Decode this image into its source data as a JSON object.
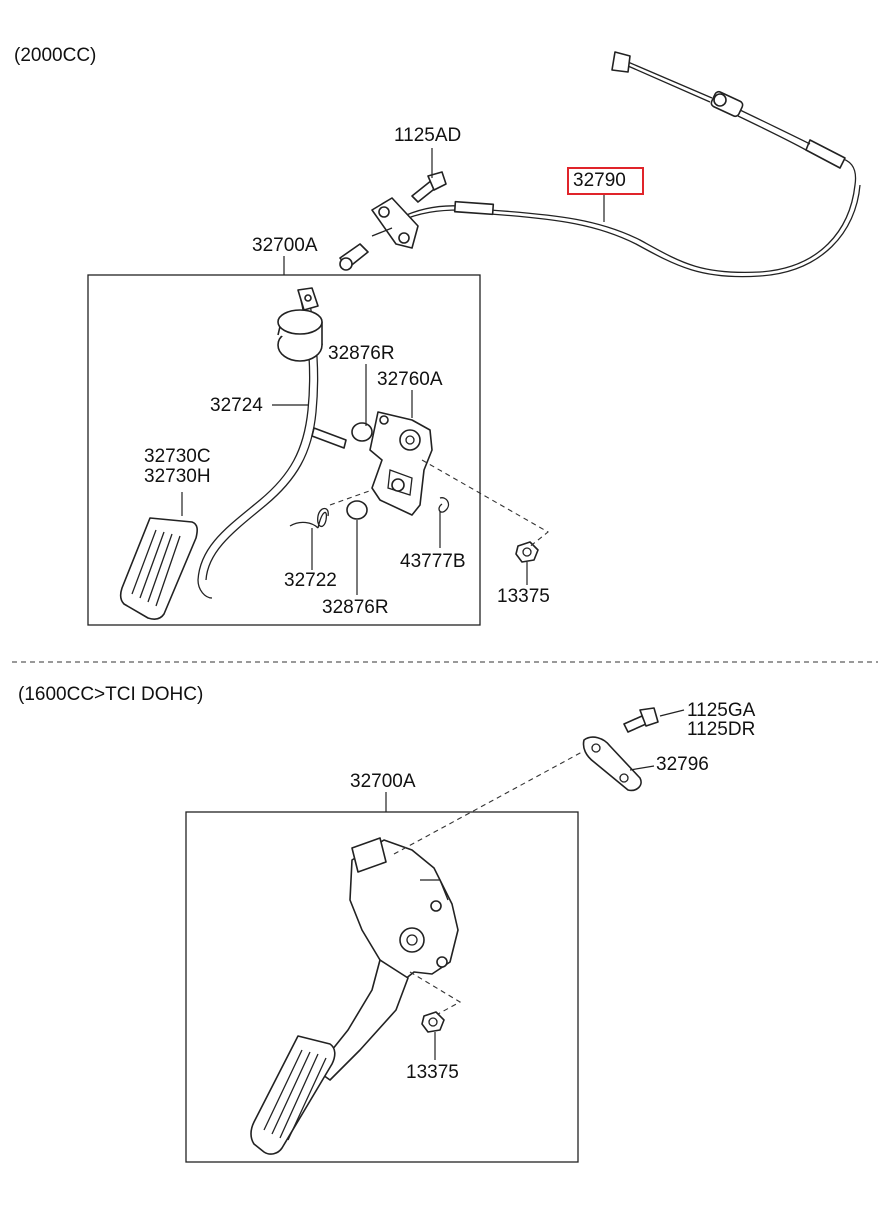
{
  "sections": {
    "top": {
      "title": "(2000CC)"
    },
    "bottom": {
      "title": "(1600CC>TCI DOHC)"
    }
  },
  "labels": {
    "p1125AD": "1125AD",
    "p32790": "32790",
    "p32700A_top": "32700A",
    "p32876R_top": "32876R",
    "p32760A": "32760A",
    "p32724": "32724",
    "p32730C": "32730C",
    "p32730H": "32730H",
    "p32722": "32722",
    "p32876R_bottom": "32876R",
    "p43777B": "43777B",
    "p13375_top": "13375",
    "p1125GA": "1125GA",
    "p1125DR": "1125DR",
    "p32796": "32796",
    "p32700A_bottom": "32700A",
    "p13375_bottom": "13375"
  },
  "highlight": {
    "part": "32790",
    "color": "#e0242a"
  }
}
